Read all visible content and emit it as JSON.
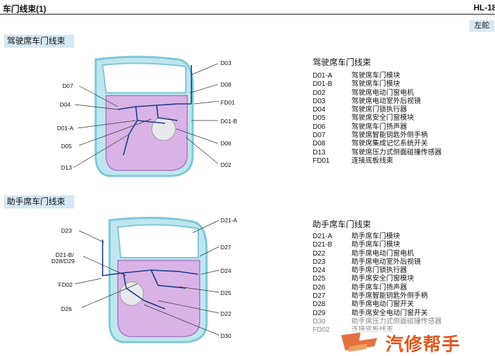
{
  "header": {
    "title": "车门线束(1)",
    "code": "HL-18"
  },
  "badge": "左舵",
  "driver": {
    "section_label": "驾驶席车门线束",
    "list_title": "驾驶席车门线束",
    "callouts": {
      "D07": "D07",
      "D04": "D04",
      "D01A": "D01-A",
      "D05": "D05",
      "D13": "D13",
      "D03": "D03",
      "D08": "D08",
      "FD01": "FD01",
      "D01B": "D01-B",
      "D06": "D06",
      "D02": "D02"
    },
    "items": [
      {
        "code": "D01-A",
        "name": "驾驶席车门模块"
      },
      {
        "code": "D01-B",
        "name": "驾驶席车门模块"
      },
      {
        "code": "D02",
        "name": "驾驶席电动门窗电机"
      },
      {
        "code": "D03",
        "name": "驾驶席电动室外后视镜"
      },
      {
        "code": "D04",
        "name": "驾驶席门锁执行器"
      },
      {
        "code": "D05",
        "name": "驾驶席安全门窗模块"
      },
      {
        "code": "D06",
        "name": "驾驶席车门扬声器"
      },
      {
        "code": "D07",
        "name": "驾驶席智能钥匙外侧手柄"
      },
      {
        "code": "D08",
        "name": "驾驶席集成记忆系统开关"
      },
      {
        "code": "D13",
        "name": "驾驶席压力式侧面碰撞传感器"
      },
      {
        "code": "FD01",
        "name": "连接底板线束"
      }
    ]
  },
  "passenger": {
    "section_label": "助手席车门线束",
    "list_title": "助手席车门线束",
    "callouts": {
      "D23": "D23",
      "D21B": "D21-B/",
      "D28D29": "D28/D29",
      "FD02": "FD02",
      "D26": "D26",
      "D21A": "D21-A",
      "D27": "D27",
      "D24": "D24",
      "D25": "D25",
      "D22": "D22",
      "D30": "D30"
    },
    "items": [
      {
        "code": "D21-A",
        "name": "助手席车门模块"
      },
      {
        "code": "D21-B",
        "name": "助手席车门模块"
      },
      {
        "code": "D22",
        "name": "助手席电动门窗电机"
      },
      {
        "code": "D23",
        "name": "助手席电动室外后视镜"
      },
      {
        "code": "D24",
        "name": "助手席门锁执行器"
      },
      {
        "code": "D25",
        "name": "助手席安全门窗模块"
      },
      {
        "code": "D26",
        "name": "助手席车门扬声器"
      },
      {
        "code": "D27",
        "name": "助手席智能钥匙外侧手柄"
      },
      {
        "code": "D28",
        "name": "助手席电动门窗开关"
      },
      {
        "code": "D29",
        "name": "助手席安全电动门窗开关"
      },
      {
        "code": "D30",
        "name": "助手席压力式侧面碰撞传感器"
      },
      {
        "code": "FD02",
        "name": "连接底板线束"
      }
    ]
  },
  "watermark": {
    "text": "汽修帮手"
  },
  "colors": {
    "section_bg": "#d6e8f5",
    "door_frame": "#7ec8d8",
    "door_panel": "#c8a0d8",
    "harness": "#1a3a8a",
    "watermark": "#e05820"
  }
}
